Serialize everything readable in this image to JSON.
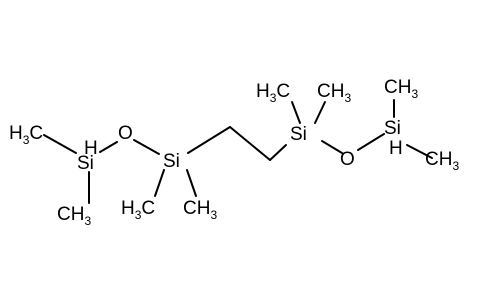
{
  "colors": {
    "bond": "#000000",
    "label": "#000000",
    "background": "#ffffff"
  },
  "atoms": {
    "ch3_a": {
      "main": "H",
      "sub": "3",
      "tail": "C"
    },
    "si_1": "Si",
    "h_1": "H",
    "o_1": "O",
    "ch3_b": {
      "main": "CH",
      "sub": "3"
    },
    "si_2": "Si",
    "ch3_c": {
      "main": "H",
      "sub": "3",
      "tail": "C"
    },
    "ch3_d": {
      "main": "CH",
      "sub": "3"
    },
    "ch3_e": {
      "main": "H",
      "sub": "3",
      "tail": "C"
    },
    "ch3_f": {
      "main": "CH",
      "sub": "3"
    },
    "si_3": "Si",
    "o_2": "O",
    "si_4": "Si",
    "h_2": "H",
    "ch3_g": {
      "main": "CH",
      "sub": "3"
    },
    "ch3_h": {
      "main": "CH",
      "sub": "3"
    }
  }
}
